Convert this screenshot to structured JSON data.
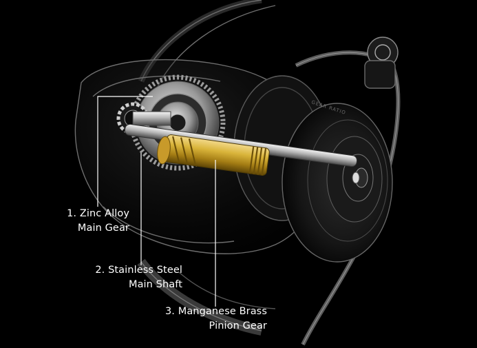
{
  "colors": {
    "background": "#000000",
    "body_outline": "#7a7a7a",
    "brass": "#c9a227",
    "steel": "#b8b8b8",
    "leader_line": "#ffffff",
    "label_text": "#ffffff"
  },
  "callouts": [
    {
      "number": "1.",
      "line1": "1. Zinc Alloy",
      "line2": "Main Gear"
    },
    {
      "number": "2.",
      "line1": "2. Stainless Steel",
      "line2": "Main Shaft"
    },
    {
      "number": "3.",
      "line1": "3. Manganese Brass",
      "line2": "Pinion Gear"
    }
  ],
  "parts": {
    "main_gear": "zinc-alloy-main-gear",
    "main_shaft": "stainless-steel-main-shaft",
    "pinion_gear": "manganese-brass-pinion-gear"
  },
  "spool_engraving": "GEAR RATIO"
}
